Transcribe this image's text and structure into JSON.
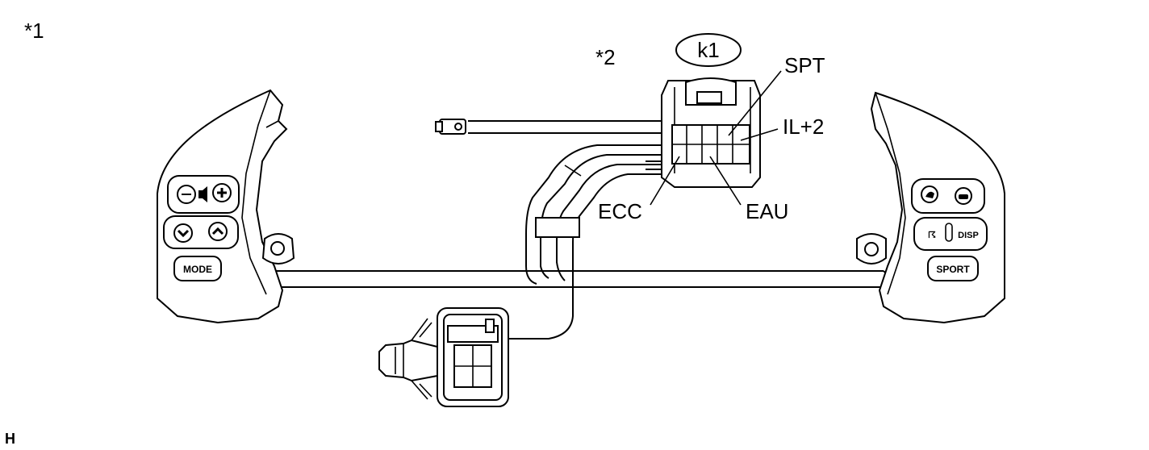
{
  "labels": {
    "ref1": "*1",
    "ref2": "*2",
    "connector": "k1",
    "pin_spt": "SPT",
    "pin_il2": "IL+2",
    "pin_ecc": "ECC",
    "pin_eau": "EAU",
    "footer": "H"
  },
  "buttons": {
    "left_mode": "MODE",
    "right_sport": "SPORT",
    "right_disp": "DISP"
  }
}
